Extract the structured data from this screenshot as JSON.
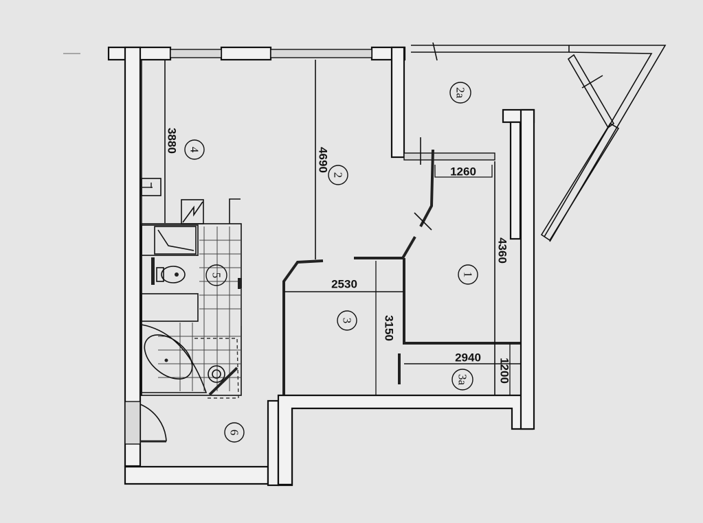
{
  "plan": {
    "background": "#e6e6e6",
    "rooms": [
      {
        "id": "1",
        "label": "1",
        "rotate": 90
      },
      {
        "id": "2",
        "label": "2",
        "rotate": 90
      },
      {
        "id": "2a",
        "label": "2a",
        "rotate": 90
      },
      {
        "id": "3",
        "label": "3",
        "rotate": 90
      },
      {
        "id": "3a",
        "label": "3a",
        "rotate": 90
      },
      {
        "id": "4",
        "label": "4",
        "rotate": 90
      },
      {
        "id": "5",
        "label": "5",
        "rotate": 90
      },
      {
        "id": "6",
        "label": "6",
        "rotate": 90
      }
    ],
    "dimensions": {
      "d3880": "3880",
      "d4690": "4690",
      "d1260": "1260",
      "d4360": "4360",
      "d2530": "2530",
      "d3150": "3150",
      "d2940": "2940",
      "d1200": "1200"
    },
    "fixtures": [
      "sink-icon",
      "stove-icon",
      "toilet-icon",
      "bathtub-icon",
      "washbasin-icon",
      "door-swing-icon"
    ]
  }
}
